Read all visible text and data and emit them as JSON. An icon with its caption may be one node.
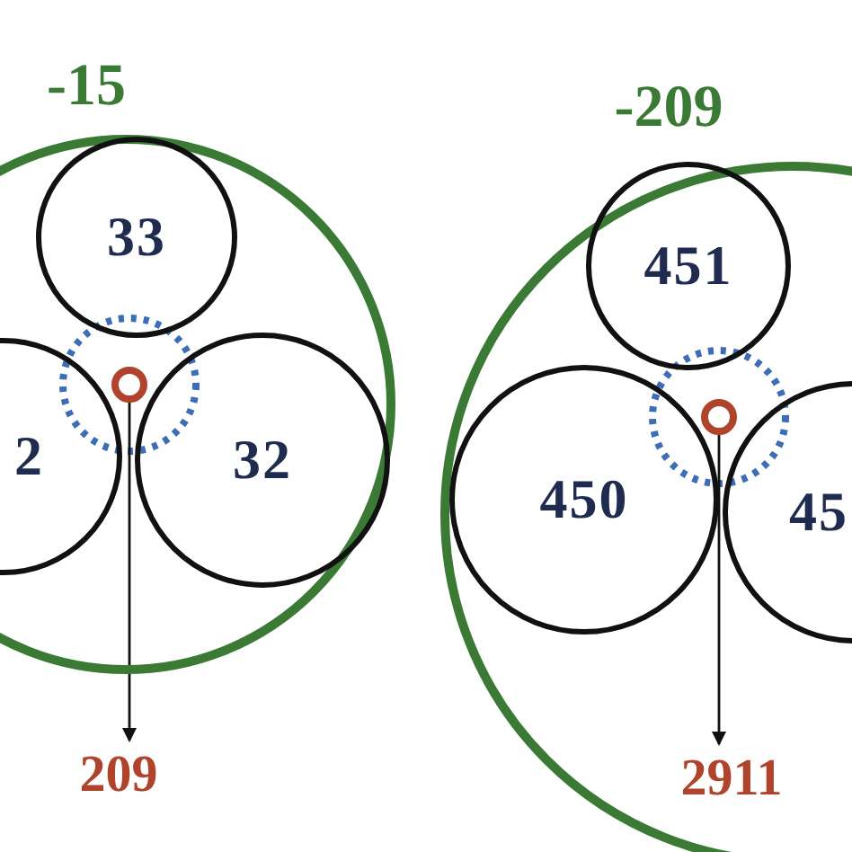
{
  "diagram": {
    "nodes": [
      {
        "text": [
          "-15"
        ]
      },
      {
        "text": [
          "33"
        ],
        "in": 0
      },
      {
        "text": [
          "2"
        ],
        "in": 0
      },
      {
        "text": [
          "32"
        ],
        "in": 0
      },
      {
        "text": [],
        "shape": "circle",
        "in": 0
      },
      {
        "text": [
          "209"
        ]
      },
      {
        "text": [
          "-209"
        ]
      },
      {
        "text": [
          "451"
        ],
        "in": 6
      },
      {
        "text": [
          "450"
        ],
        "in": 6
      },
      {
        "text": [
          "45"
        ],
        "in": 6
      },
      {
        "text": [],
        "shape": "circle",
        "in": 6
      },
      {
        "text": [
          "2911"
        ],
        "in": 6
      }
    ],
    "edges": [
      {
        "from": 4,
        "to": 5,
        "arrow": "to"
      },
      {
        "from": 10,
        "to": 11,
        "arrow": "to"
      }
    ]
  }
}
